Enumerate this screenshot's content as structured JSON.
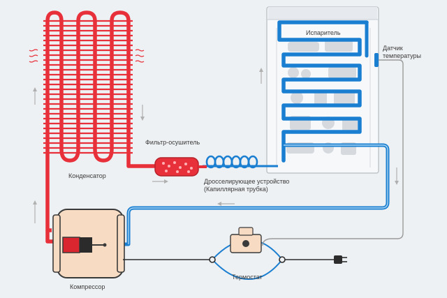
{
  "labels": {
    "evaporator": "Испаритель",
    "temp_sensor_line1": "Датчик",
    "temp_sensor_line2": "температуры",
    "filter_drier": "Фильтр-осушитель",
    "condenser": "Конденсатор",
    "throttle_line1": "Дросселирующее устройство",
    "throttle_line2": "(Капиллярная трубка)",
    "compressor": "Компрессор",
    "thermostat": "Термостат"
  },
  "colors": {
    "hot_line": "#e8303a",
    "cold_line": "#1b7fd1",
    "cold_line_light": "#a9d4f2",
    "wire": "#2c2c2c",
    "sensor_line": "#9a9a9a",
    "compressor_fill": "#f7dcc3",
    "background": "#eef1f3"
  },
  "icons": {
    "heat_arrows": "wavy-arrow-icon",
    "flow_arrows": "flow-arrow-icon",
    "plug": "power-plug-icon",
    "drier": "filter-drier-icon"
  }
}
